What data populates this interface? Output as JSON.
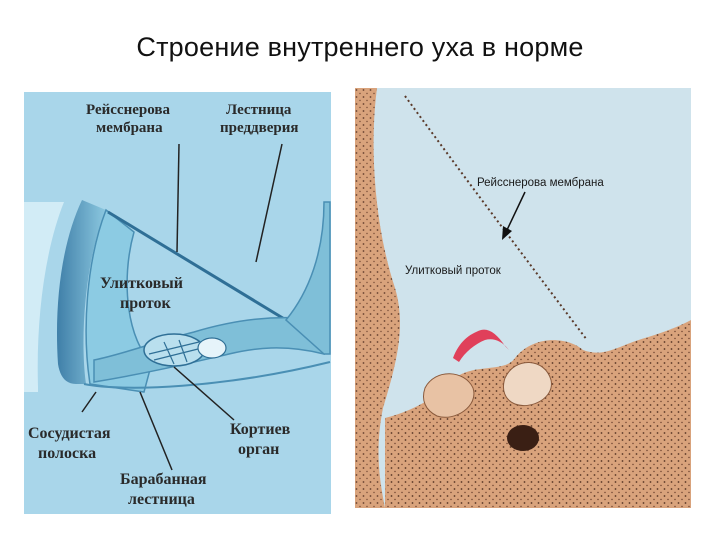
{
  "slide": {
    "title": "Строение внутреннего уха в норме"
  },
  "left_diagram": {
    "labels": {
      "reissner_l1": "Рейсснерова",
      "reissner_l2": "мембрана",
      "vestibule_l1": "Лестница",
      "vestibule_l2": "преддверия",
      "duct_l1": "Улитковый",
      "duct_l2": "проток",
      "stria_l1": "Сосудистая",
      "stria_l2": "полоска",
      "corti_l1": "Кортиев",
      "corti_l2": "орган",
      "tympani_l1": "Барабанная",
      "tympani_l2": "лестница"
    },
    "colors": {
      "fluid": "#a9d6ea",
      "tissue": "#7fbfd8",
      "wall": "#4a8fb4"
    }
  },
  "right_micrograph": {
    "labels": {
      "membrane": "Рейсснерова мембрана",
      "duct": "Улитковый проток"
    },
    "colors": {
      "background": "#cfe3ec",
      "tissue": "#d9a37c",
      "stain": "#e0405a"
    }
  }
}
